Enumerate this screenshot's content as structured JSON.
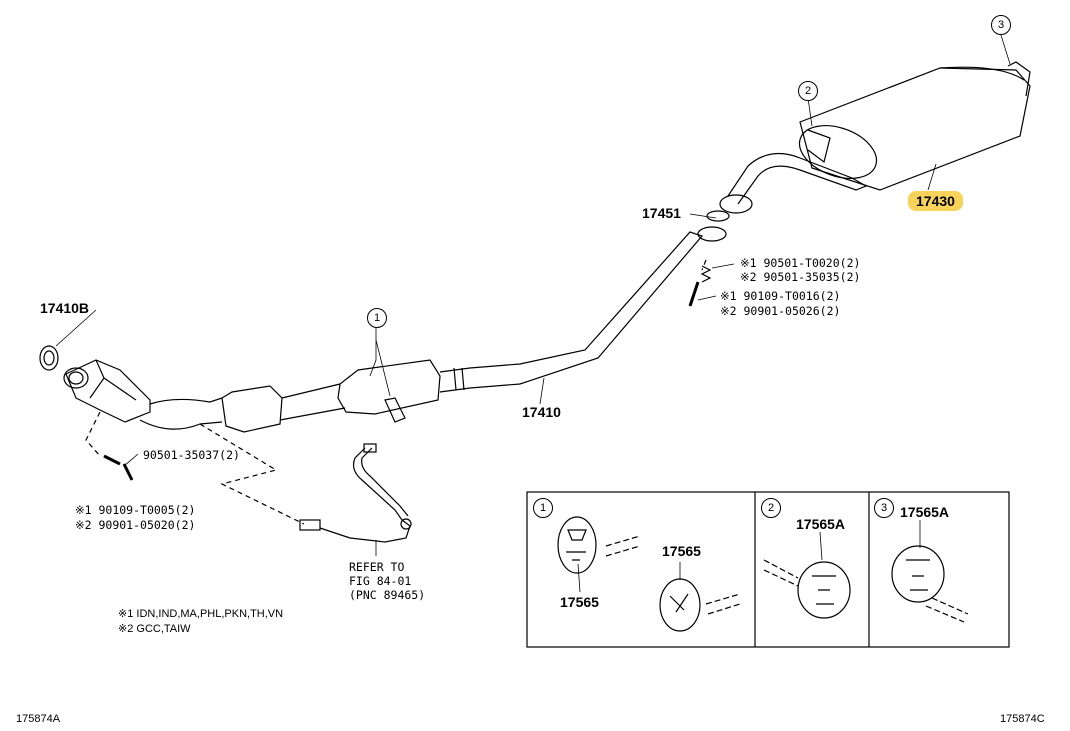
{
  "parts": {
    "p17410B": "17410B",
    "p17410": "17410",
    "p17451": "17451",
    "p17430": "17430",
    "b90501_35037": "90501-35037(2)",
    "n1_90109_T0005": "※1 90109-T0005(2)",
    "n2_90901_05020": "※2 90901-05020(2)",
    "n1_90501_T0020": "※1 90501-T0020(2)",
    "n2_90501_35035": "※2 90501-35035(2)",
    "n1_90109_T0016": "※1 90109-T0016(2)",
    "n2_90901_05026": "※2 90901-05026(2)"
  },
  "refer": {
    "line1": "REFER TO",
    "line2": "FIG 84-01",
    "line3": "(PNC 89465)"
  },
  "notes": {
    "n1": "※1  IDN,IND,MA,PHL,PKN,TH,VN",
    "n2": "※2  GCC,TAIW"
  },
  "callouts": {
    "c1": "1",
    "c2": "2",
    "c3": "3"
  },
  "inset": {
    "panel1_num": "1",
    "panel1_partA": "17565",
    "panel1_partB": "17565",
    "panel2_num": "2",
    "panel2_part": "17565A",
    "panel3_num": "3",
    "panel3_part": "17565A"
  },
  "footer": {
    "left": "175874A",
    "right": "175874C"
  },
  "colors": {
    "highlight": "#f8d35a",
    "line": "#000000"
  }
}
